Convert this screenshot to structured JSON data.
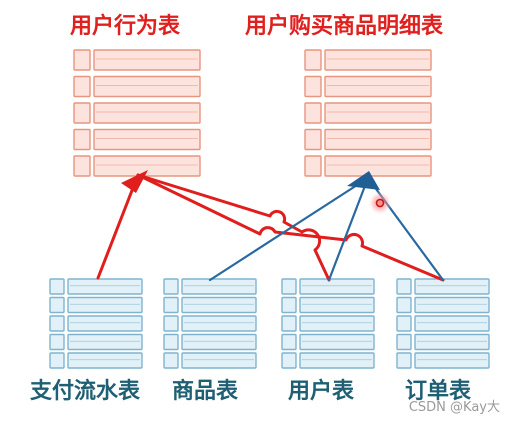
{
  "colors": {
    "red": "#e01e1e",
    "blue": "#2a69a0",
    "top_table_fill": "#fde3de",
    "top_table_stroke": "#e8957f",
    "bottom_table_fill": "#e2f1f8",
    "bottom_table_stroke": "#7fb4cf",
    "top_label": "#e0201e",
    "bottom_label": "#1f5f74"
  },
  "targets": [
    {
      "id": "user-behavior-table",
      "label": "用户行为表"
    },
    {
      "id": "user-purchase-detail-table",
      "label": "用户购买商品明细表"
    }
  ],
  "sources": [
    {
      "id": "payment-flow-table",
      "label": "支付流水表"
    },
    {
      "id": "product-table",
      "label": "商品表"
    },
    {
      "id": "user-table",
      "label": "用户表"
    },
    {
      "id": "order-table",
      "label": "订单表"
    }
  ],
  "links": [
    {
      "from": "payment-flow-table",
      "to": "user-behavior-table",
      "color": "red"
    },
    {
      "from": "product-table",
      "to": "user-purchase-detail-table",
      "color": "blue"
    },
    {
      "from": "user-table",
      "to": "user-behavior-table",
      "color": "red"
    },
    {
      "from": "user-table",
      "to": "user-purchase-detail-table",
      "color": "blue"
    },
    {
      "from": "order-table",
      "to": "user-behavior-table",
      "color": "red"
    },
    {
      "from": "order-table",
      "to": "user-purchase-detail-table",
      "color": "blue"
    }
  ],
  "watermark": "CSDN @Kay大"
}
